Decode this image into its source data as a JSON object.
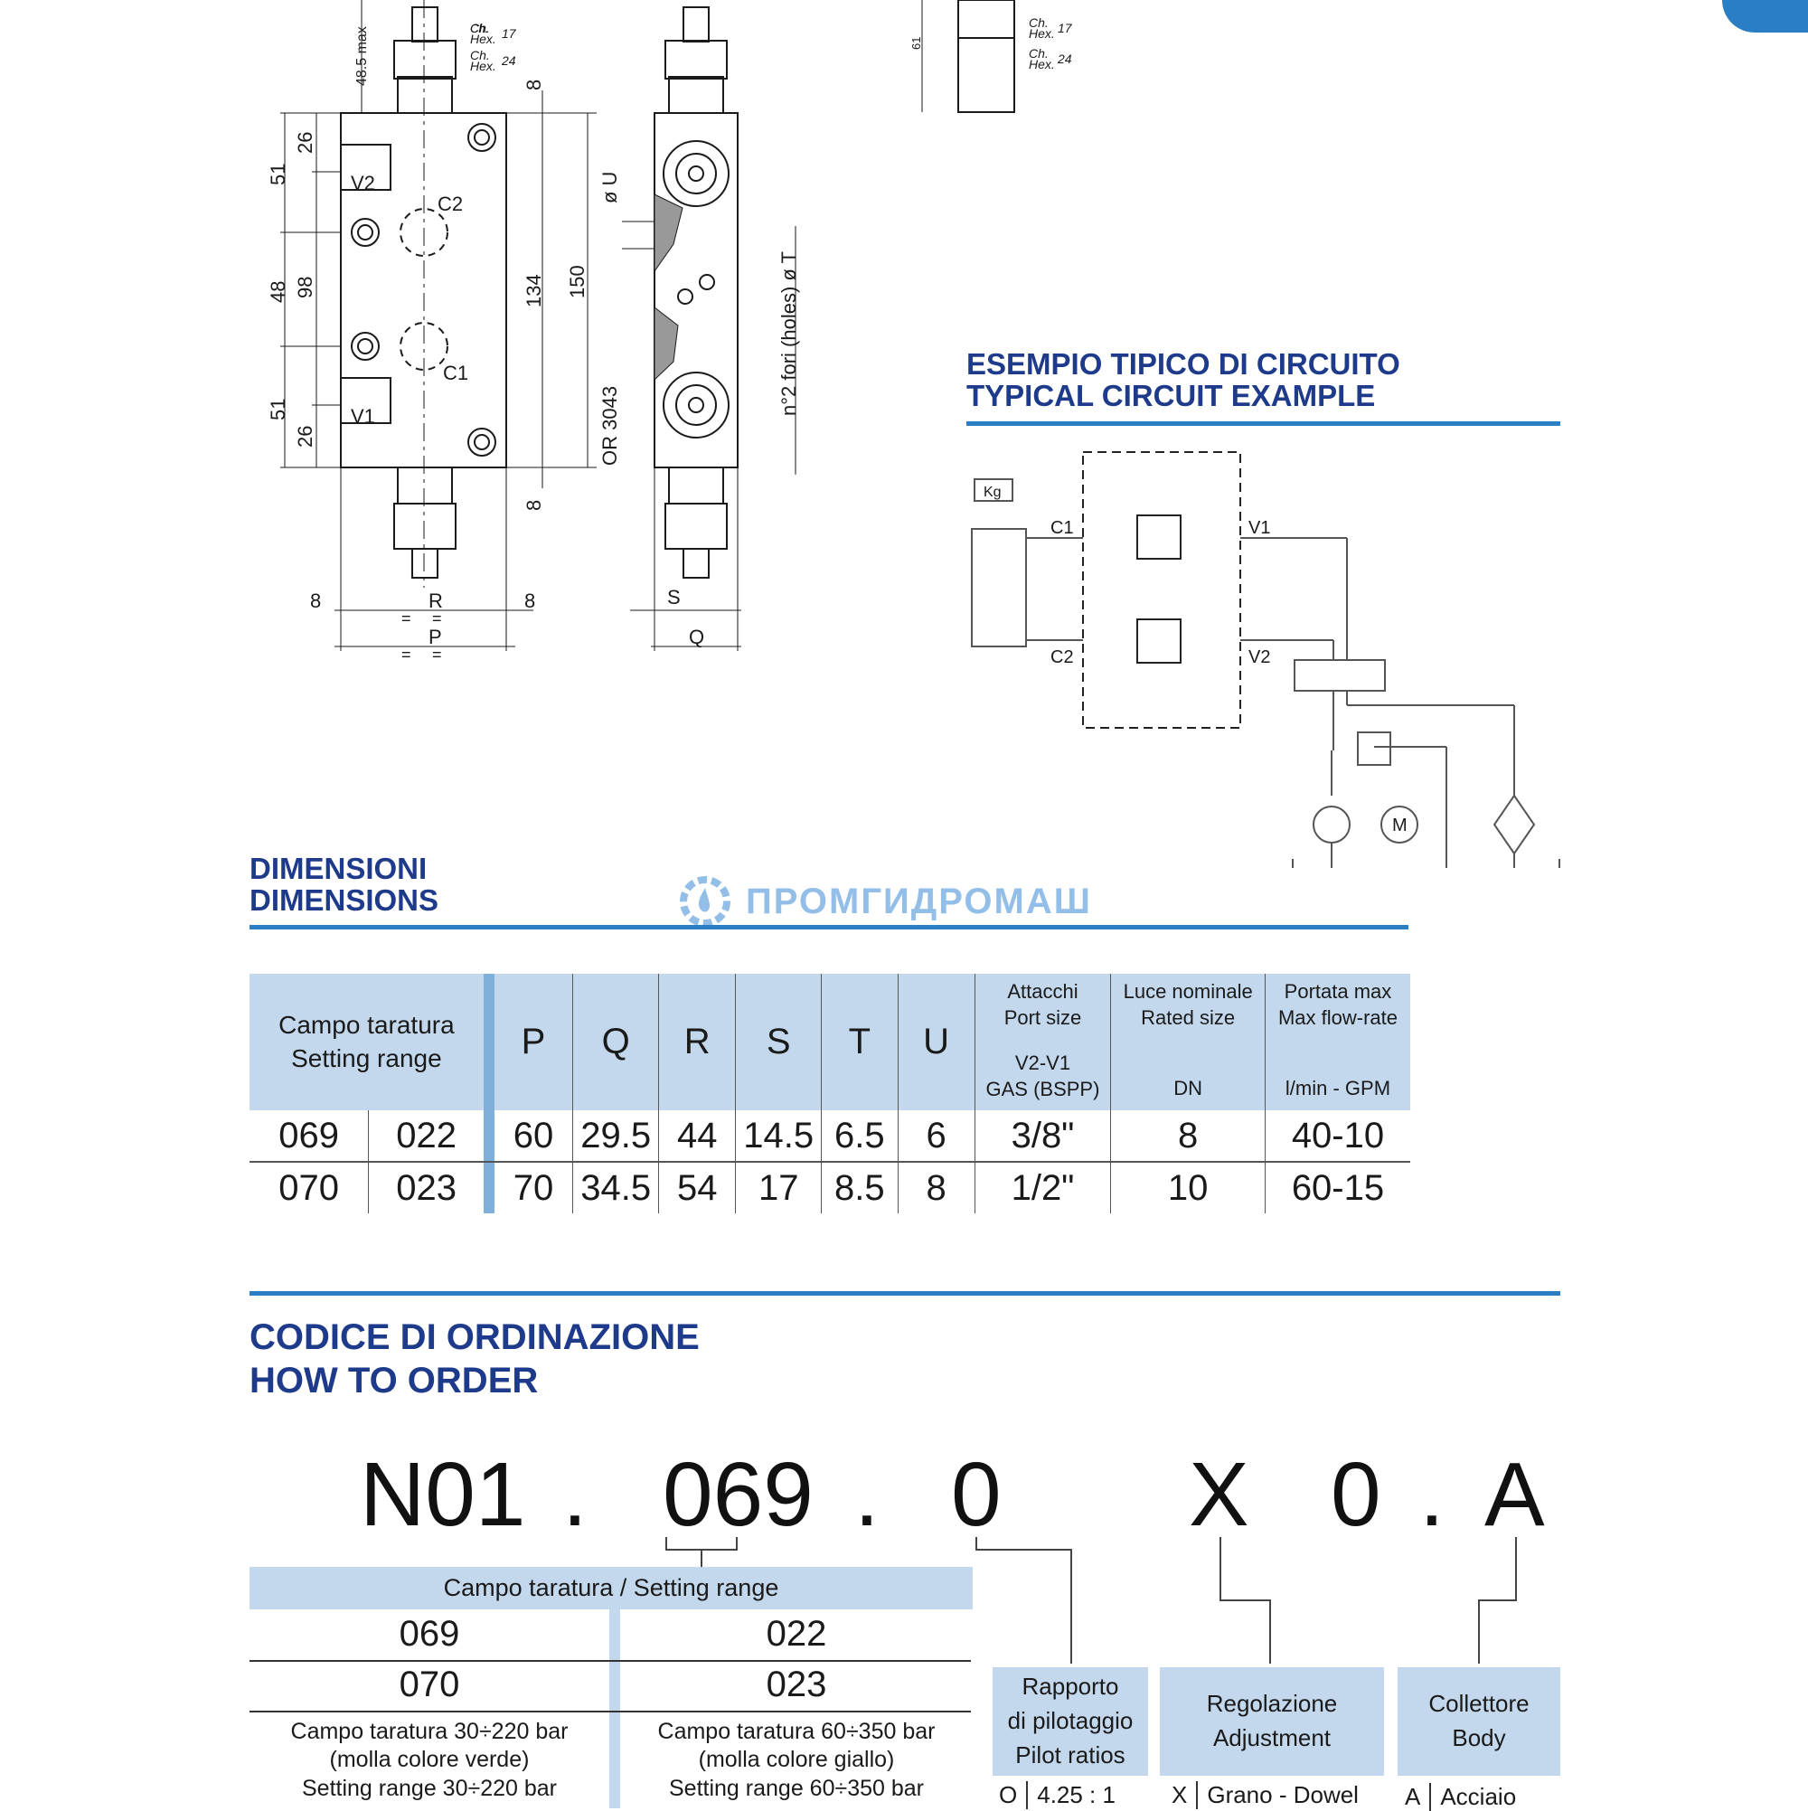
{
  "drawing": {
    "hex_labels": [
      {
        "ch": "Ch.",
        "hex": "Hex.",
        "value": "17"
      },
      {
        "ch": "Ch.",
        "hex": "Hex.",
        "value": "24"
      }
    ],
    "dim_max": "48.5 max",
    "dims_left": [
      "26",
      "51",
      "48",
      "98",
      "51",
      "26"
    ],
    "dims_mid": [
      "8",
      "134",
      "150",
      "8"
    ],
    "port_labels": [
      "V2",
      "C2",
      "C1",
      "V1"
    ],
    "side_labels": [
      "ø U",
      "OR 3043",
      "n°2 fori (holes) ø T"
    ],
    "bottom_labels": [
      "8",
      "R",
      "8",
      "P",
      "=",
      "S",
      "Q"
    ],
    "top_right_dim": "61"
  },
  "circuit": {
    "title_it": "ESEMPIO TIPICO DI CIRCUITO",
    "title_en": "TYPICAL CIRCUIT EXAMPLE",
    "labels": {
      "kg": "Kg",
      "c1": "C1",
      "c2": "C2",
      "v1": "V1",
      "v2": "V2",
      "motor": "M"
    }
  },
  "dimensions": {
    "title_it": "DIMENSIONI",
    "title_en": "DIMENSIONS",
    "watermark": "ПРОМГИДРОМАШ",
    "header": {
      "range_it": "Campo taratura",
      "range_en": "Setting range",
      "letters": [
        "P",
        "Q",
        "R",
        "S",
        "T",
        "U"
      ],
      "port_it": "Attacchi",
      "port_en": "Port size",
      "port_sub1": "V2-V1",
      "port_sub2": "GAS (BSPP)",
      "size_it": "Luce nominale",
      "size_en": "Rated size",
      "size_sub": "DN",
      "flow_it": "Portata max",
      "flow_en": "Max flow-rate",
      "flow_sub": "l/min - GPM"
    },
    "rows": [
      {
        "code_a": "069",
        "code_b": "022",
        "P": "60",
        "Q": "29.5",
        "R": "44",
        "S": "14.5",
        "T": "6.5",
        "U": "6",
        "port": "3/8\"",
        "dn": "8",
        "flow": "40-10"
      },
      {
        "code_a": "070",
        "code_b": "023",
        "P": "70",
        "Q": "34.5",
        "R": "54",
        "S": "17",
        "T": "8.5",
        "U": "8",
        "port": "1/2\"",
        "dn": "10",
        "flow": "60-15"
      }
    ]
  },
  "order": {
    "title_it": "CODICE DI ORDINAZIONE",
    "title_en": "HOW TO ORDER",
    "code_parts": [
      "N01",
      ".",
      "069",
      ".",
      "0",
      "X",
      "0",
      ".",
      "A"
    ],
    "range_header": "Campo taratura / Setting range",
    "range_left": [
      "069",
      "070"
    ],
    "range_right": [
      "022",
      "023"
    ],
    "left_desc_1": "Campo taratura 30÷220 bar",
    "left_desc_2": "(molla colore verde)",
    "left_desc_3": "Setting range 30÷220 bar",
    "right_desc_1": "Campo taratura 60÷350 bar",
    "right_desc_2": "(molla colore giallo)",
    "right_desc_3": "Setting range 60÷350 bar",
    "pilot": {
      "l1": "Rapporto",
      "l2": "di pilotaggio",
      "l3": "Pilot ratios",
      "key": "O",
      "val": "4.25 : 1"
    },
    "adjust": {
      "l1": "Regolazione",
      "l2": "Adjustment",
      "key": "X",
      "val": "Grano - Dowel"
    },
    "body": {
      "l1": "Collettore",
      "l2": "Body",
      "key": "A",
      "val": "Acciaio"
    }
  },
  "colors": {
    "accent": "#2a7fc4",
    "title": "#1e3a8a",
    "table_header": "#c3d8ec"
  }
}
